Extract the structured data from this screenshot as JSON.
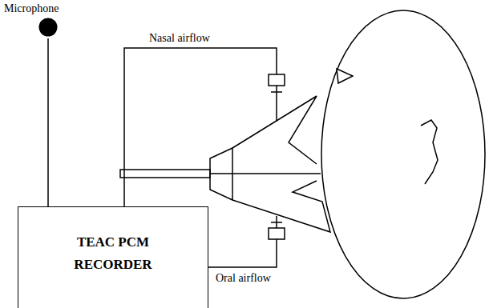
{
  "diagram": {
    "nodes": [
      {
        "text": [
          "Microphone"
        ]
      },
      {
        "text": [
          "TEAC PCM RECORDER"
        ]
      }
    ],
    "edges": [
      {
        "from": 0,
        "to": 1,
        "arrow": "none"
      }
    ],
    "labels": [
      "Nasal airflow",
      "Oral airflow"
    ]
  }
}
